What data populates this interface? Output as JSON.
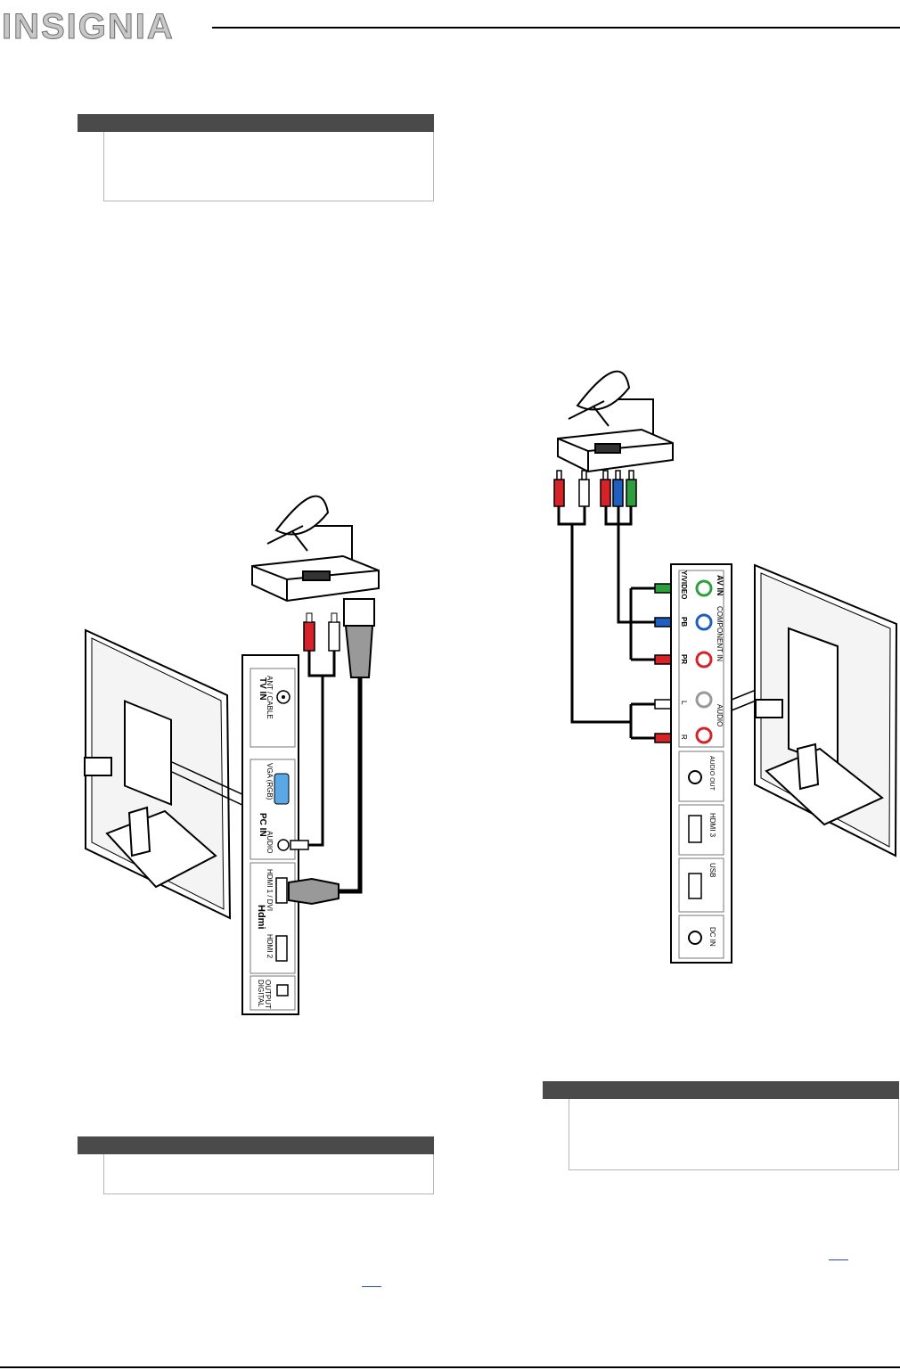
{
  "brand": {
    "logo_text": "INSIGNIA",
    "accent": "#7fbf3f"
  },
  "colors": {
    "note_bar": "#4a4a4a",
    "cable_red": "#d6232a",
    "cable_blue": "#1f5fbf",
    "cable_green": "#2e9e3e",
    "cable_white": "#ffffff",
    "port_blue": "#5aa9e6"
  },
  "left_diagram": {
    "panel_labels": {
      "tv_in": "TV IN",
      "ant_cable": "ANT / CABLE",
      "pc_in": "PC IN",
      "vga": "VGA (RGB)",
      "audio": "AUDIO",
      "hdmi_logo": "Hdmi",
      "hdmi1": "HDMI 1 / DVI",
      "hdmi2": "HDMI 2",
      "digital": "DIGITAL",
      "output": "OUTPUT"
    }
  },
  "right_diagram": {
    "panel_labels": {
      "av_in": "AV IN",
      "yvideo": "Y/VIDEO",
      "pb": "PB",
      "pr": "PR",
      "component_in": "COMPONENT IN",
      "l": "L",
      "r": "R",
      "audio": "AUDIO",
      "audio_out": "AUDIO OUT",
      "hdmi3": "HDMI 3",
      "usb": "USB",
      "dc_in": "DC IN"
    }
  }
}
